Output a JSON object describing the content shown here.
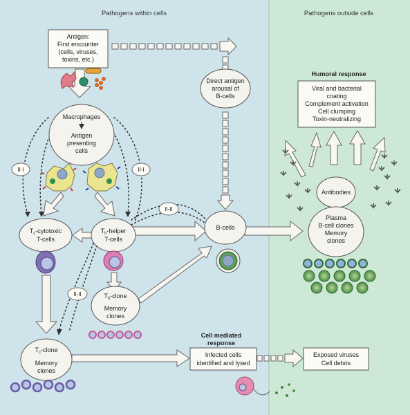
{
  "headers": {
    "left": "Pathogens within cells",
    "right": "Pathogens outside cells"
  },
  "nodes": {
    "antigen": [
      "Antigen:",
      "First encounter",
      "(cells, viruses,",
      "toxins, etc.)"
    ],
    "macrophages": "Macrophages",
    "apc": [
      "Antigen",
      "presenting",
      "cells"
    ],
    "direct": [
      "Direct antigen",
      "arousal of",
      "B-cells"
    ],
    "humoral_title": "Humoral response",
    "humoral_box": [
      "Viral and bacterial",
      "coating",
      "Complement activation",
      "Cell clumping",
      "Toxin-neutralizing"
    ],
    "antibodies": "Antibodies",
    "plasma": [
      "Plasma",
      "B-cell clones",
      "Memory",
      "clones"
    ],
    "tc_main": "-cytotoxic",
    "tc_sub": "c",
    "tc_line2": "T-cells",
    "th_main": "-helper",
    "th_sub": "h",
    "th_line2": "T-cells",
    "bcells": "B-cells",
    "th_clone_main": "-clone",
    "th_clone_sub": "h",
    "th_clone_mem": [
      "Memory",
      "clones"
    ],
    "tc_clone_main": "-clone",
    "tc_clone_sub": "c",
    "tc_clone_mem": [
      "Memory",
      "clones"
    ],
    "cmr_title": [
      "Cell mediated",
      "response"
    ],
    "infected": [
      "Infected cells",
      "identified and lysed"
    ],
    "exposed": [
      "Exposed viruses",
      "Cell debris"
    ],
    "t_letter": "T",
    "mhc1": "II-I",
    "mhc2": "II-II"
  },
  "colors": {
    "left_bg": "#cfe3ea",
    "right_bg": "#cde8d4",
    "cell_fill": "#f4f3ee",
    "arrow_fill": "#f7f6f1",
    "apc_cell": "#ece58f",
    "purple": "#7f6fb3",
    "pink": "#d980b5",
    "green": "#3d8a3a"
  }
}
